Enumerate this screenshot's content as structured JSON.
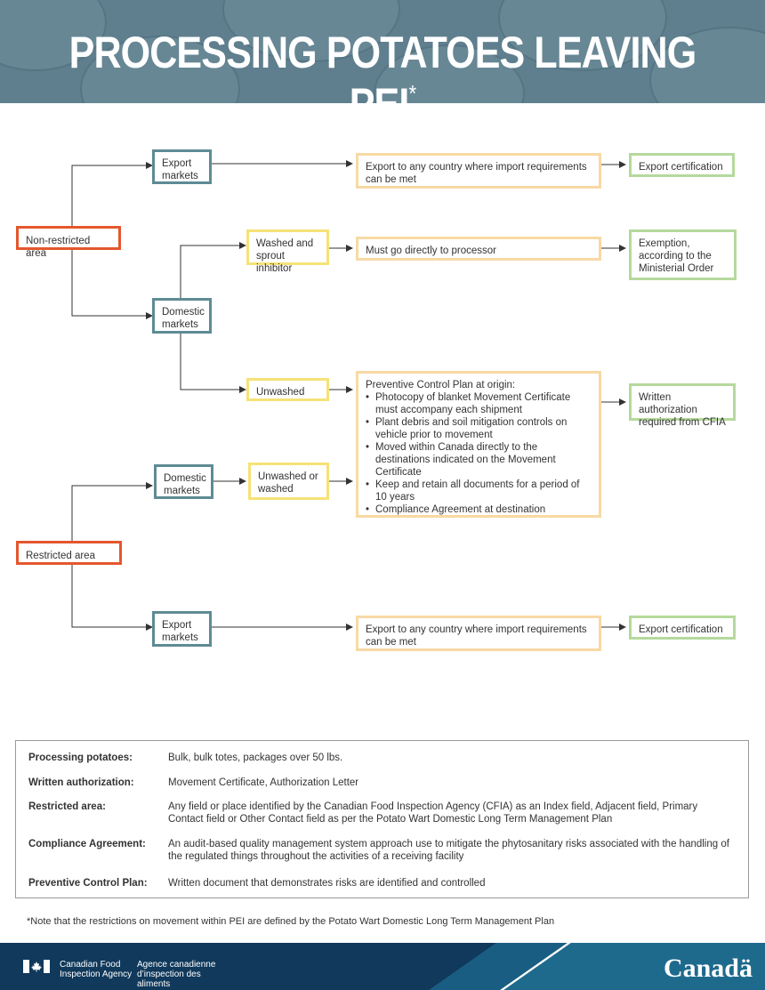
{
  "title": "PROCESSING POTATOES LEAVING PEI",
  "title_mark": "*",
  "areas": {
    "non_restricted": "Non-restricted area",
    "restricted": "Restricted area"
  },
  "markets": {
    "export_top": "Export markets",
    "domestic_top": "Domestic markets",
    "domestic_bottom": "Domestic markets",
    "export_bottom": "Export markets"
  },
  "conditions": {
    "washed_sprout": "Washed and sprout inhibitor",
    "unwashed": "Unwashed",
    "unwashed_or_washed": "Unwashed or washed"
  },
  "requirements": {
    "export_any_top": "Export to any country where import requirements can be met",
    "processor": "Must go directly to processor",
    "pcp_heading": "Preventive Control Plan at origin:",
    "pcp_items": [
      "Photocopy of blanket Movement Certificate must accompany each shipment",
      "Plant debris and soil mitigation controls on vehicle prior to movement",
      "Moved within Canada directly to the destinations indicated on the Movement Certificate",
      "Keep and retain all documents for a period of 10 years",
      "Compliance Agreement at destination"
    ],
    "export_any_bottom": "Export to any country where import requirements can be met"
  },
  "outcomes": {
    "export_cert_top": "Export certification",
    "exemption": "Exemption, according to the Ministerial Order",
    "written_auth": "Written authorization required from CFIA",
    "export_cert_bottom": "Export certification"
  },
  "definitions": [
    {
      "term": "Processing potatoes:",
      "text": "Bulk, bulk totes, packages over 50 lbs."
    },
    {
      "term": "Written authorization:",
      "text": "Movement Certificate, Authorization Letter"
    },
    {
      "term": "Restricted area:",
      "text": "Any field or place identified by the Canadian Food Inspection Agency (CFIA) as an Index field, Adjacent field, Primary Contact field or Other Contact field as per the Potato Wart Domestic Long Term Management Plan"
    },
    {
      "term": "Compliance Agreement:",
      "text": "An audit-based quality management system approach use to mitigate the phytosanitary risks associated with the handling of the regulated things throughout the activities of a receiving facility"
    },
    {
      "term": "Preventive Control Plan:",
      "text": "Written document that demonstrates risks are identified and controlled"
    }
  ],
  "footnote": "*Note that the restrictions on movement within PEI are defined by the Potato Wart Domestic Long Term Management Plan",
  "footer": {
    "agency_en": "Canadian Food Inspection Agency",
    "agency_fr": "Agence canadienne d’inspection des aliments",
    "wordmark": "Canadä"
  },
  "colors": {
    "banner": "#5f7f8e",
    "area_border": "#e4572e",
    "market_border": "#5e8b94",
    "condition_border": "#f6e277",
    "requirement_border": "#f8d9a4",
    "outcome_border": "#b5d99c",
    "footer": "#10395b"
  }
}
